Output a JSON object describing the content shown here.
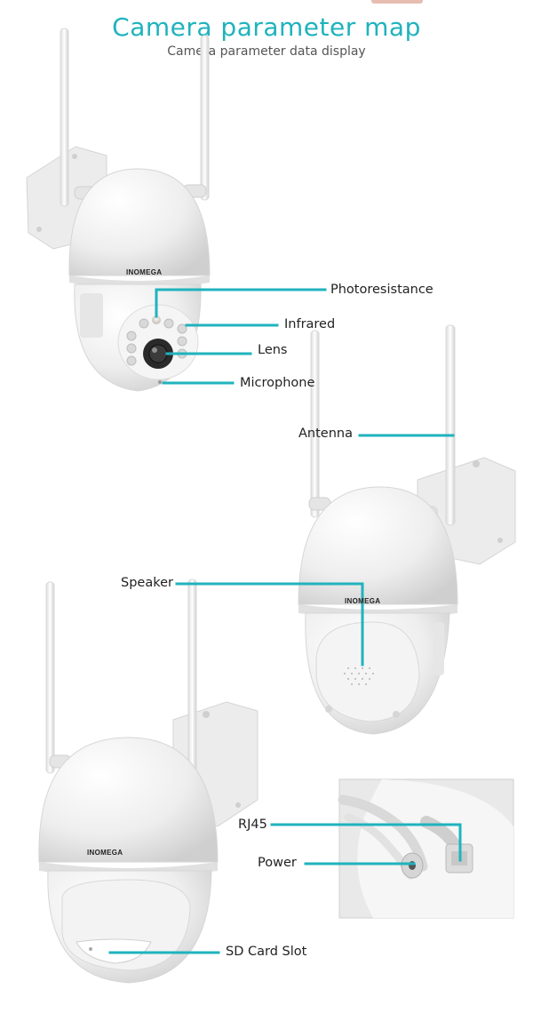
{
  "header": {
    "title": "Camera parameter map",
    "subtitle": "Camera parameter data display"
  },
  "brand": "INOMEGA",
  "labels": {
    "photoresistance": "Photoresistance",
    "infrared": "Infrared",
    "lens": "Lens",
    "microphone": "Microphone",
    "antenna": "Antenna",
    "speaker": "Speaker",
    "rj45": "RJ45",
    "power": "Power",
    "sd_card_slot": "SD Card Slot"
  },
  "colors": {
    "accent": "#1fb3bd",
    "camera_body": "#f2f2f2"
  }
}
